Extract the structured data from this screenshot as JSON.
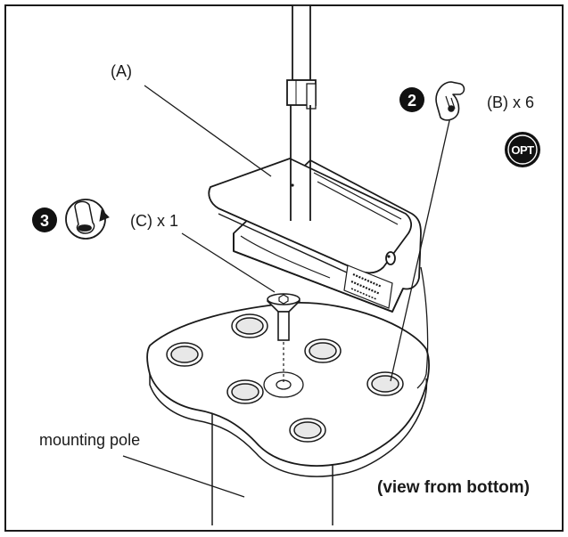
{
  "labels": {
    "part_a": "(A)",
    "part_b": "(B) x 6",
    "part_c": "(C) x 1",
    "mounting_pole": "mounting pole",
    "view_note": "(view from bottom)"
  },
  "steps": [
    {
      "number": "2",
      "icon": "hand-tighten-icon"
    },
    {
      "number": "3",
      "icon": "rotate-tool-icon"
    }
  ],
  "badges": {
    "optional": "OPT"
  },
  "colors": {
    "line": "#1a1a1a",
    "fill": "#ffffff",
    "shade": "#e8e8e8",
    "badge": "#111111"
  }
}
